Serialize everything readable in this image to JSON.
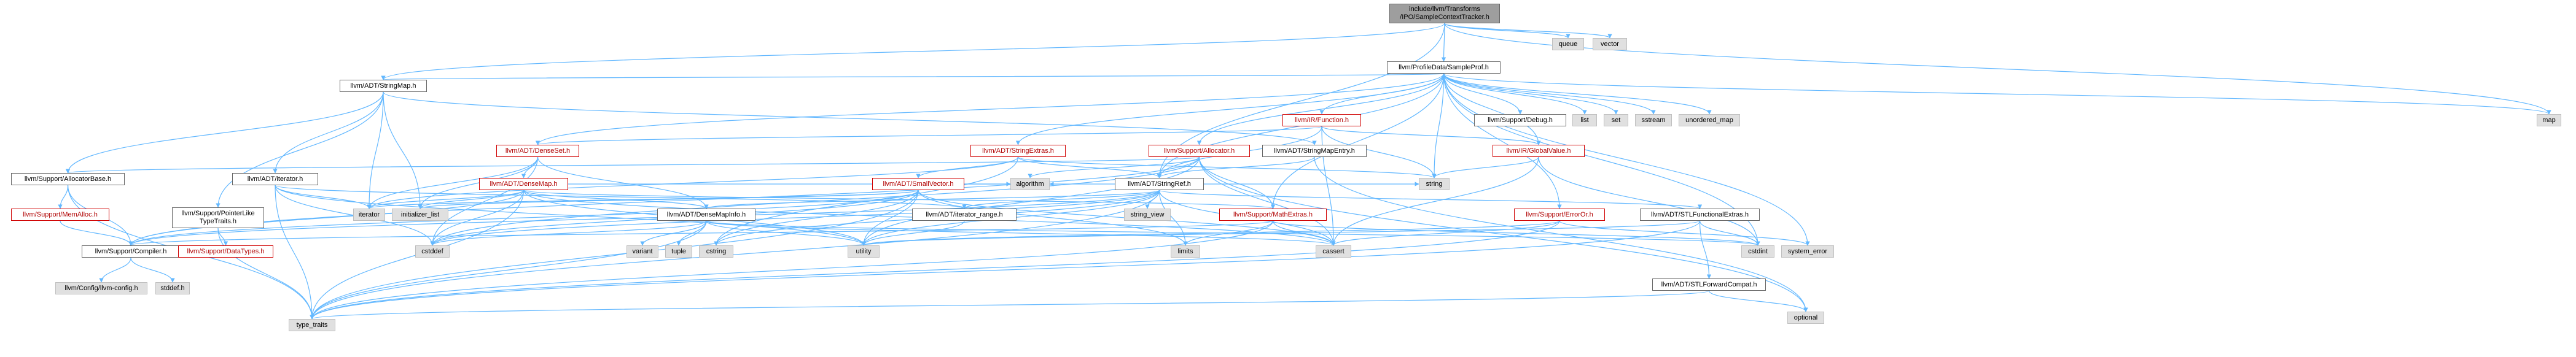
{
  "colors": {
    "edge": "#63b8ff",
    "root_fill": "#9e9e9e",
    "std_fill": "#e0e0e0",
    "red_border": "#d00000"
  },
  "nodes": {
    "root": "include/llvm/Transforms\n/IPO/SampleContextTracker.h",
    "queue": "queue",
    "vector": "vector",
    "sampleprof": "llvm/ProfileData/SampleProf.h",
    "stringmap": "llvm/ADT/StringMap.h",
    "irfunction": "llvm/IR/Function.h",
    "list": "list",
    "set": "set",
    "sstream": "sstream",
    "unordered_map": "unordered_map",
    "map": "map",
    "supportdebug": "llvm/Support/Debug.h",
    "denseset": "llvm/ADT/DenseSet.h",
    "stringextras": "llvm/ADT/StringExtras.h",
    "supportallocator": "llvm/Support/Allocator.h",
    "stringmapentry": "llvm/ADT/StringMapEntry.h",
    "globalvalue": "llvm/IR/GlobalValue.h",
    "allocatorbase": "llvm/Support/AllocatorBase.h",
    "iteratorh": "llvm/ADT/iterator.h",
    "densemap": "llvm/ADT/DenseMap.h",
    "smallvector": "llvm/ADT/SmallVector.h",
    "stringref": "llvm/ADT/StringRef.h",
    "string": "string",
    "memalloc": "llvm/Support/MemAlloc.h",
    "pointerlike": "llvm/Support/PointerLike\nTypeTraits.h",
    "iterator": "iterator",
    "initializer_list": "initializer_list",
    "densemapinfo": "llvm/ADT/DenseMapInfo.h",
    "iterator_range": "llvm/ADT/iterator_range.h",
    "algorithm": "algorithm",
    "string_view": "string_view",
    "mathextras": "llvm/Support/MathExtras.h",
    "errororh": "llvm/Support/ErrorOr.h",
    "stlfunctional": "llvm/ADT/STLFunctionalExtras.h",
    "compiler": "llvm/Support/Compiler.h",
    "datatypes": "llvm/Support/DataTypes.h",
    "cstddef": "cstddef",
    "variant": "variant",
    "tuple": "tuple",
    "cstring": "cstring",
    "utility": "utility",
    "limits": "limits",
    "cassert": "cassert",
    "cstdint": "cstdint",
    "system_error": "system_error",
    "stlforward": "llvm/ADT/STLForwardCompat.h",
    "llvmconfig": "llvm/Config/llvm-config.h",
    "stddef": "stddef.h",
    "type_traits": "type_traits",
    "optional": "optional"
  }
}
